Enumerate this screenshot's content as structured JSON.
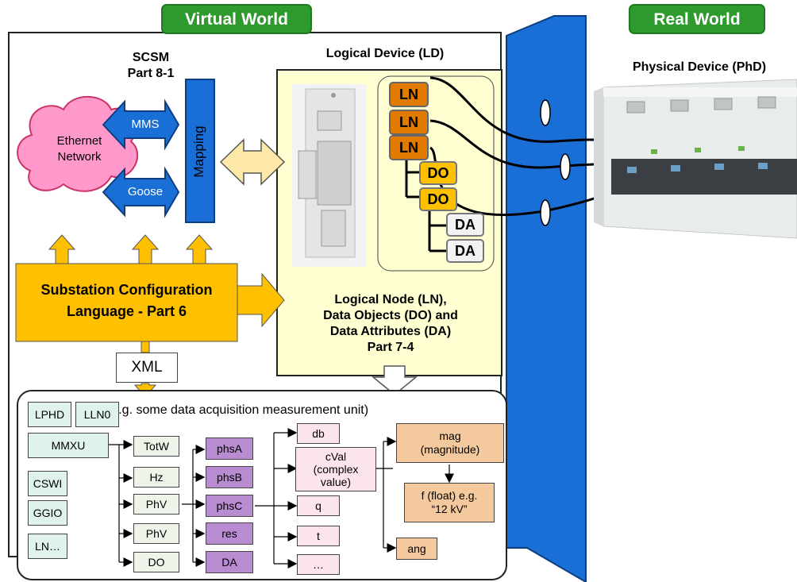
{
  "badges": {
    "virtual": "Virtual World",
    "real": "Real World"
  },
  "scsm": {
    "line1": "SCSM",
    "line2": "Part 8-1"
  },
  "ld_title": "Logical Device (LD)",
  "phd_title": "Physical Device (PhD)",
  "cloud": {
    "line1": "Ethernet",
    "line2": "Network"
  },
  "mms": "MMS",
  "goose": "Goose",
  "mapping": "Mapping",
  "scl": {
    "line1": "Substation Configuration",
    "line2": "Language - Part 6"
  },
  "xml": "XML",
  "tree": {
    "ln": [
      "LN",
      "LN",
      "LN"
    ],
    "do": [
      "DO",
      "DO"
    ],
    "da": [
      "DA",
      "DA"
    ]
  },
  "ln_caption": [
    "Logical Node (LN),",
    "Data Objects (DO) and",
    "Data Attributes (DA)",
    "Part 7-4"
  ],
  "example_caption": "(e.g. some data acquisition measurement unit)",
  "nodes": {
    "lphd": "LPHD",
    "lln0": "LLN0",
    "mmxu": "MMXU",
    "cswi": "CSWI",
    "ggio": "GGIO",
    "lnmore": "LN…"
  },
  "dos": [
    "TotW",
    "Hz",
    "PhV",
    "PhV",
    "DO"
  ],
  "phs": [
    "phsA",
    "phsB",
    "phsC",
    "res",
    "DA"
  ],
  "attrs": {
    "db": "db",
    "cval1": "cVal",
    "cval2": "(complex",
    "cval3": "value)",
    "q": "q",
    "t": "t",
    "more": "…"
  },
  "mag": {
    "l1": "mag",
    "l2": "(magnitude)"
  },
  "flt": {
    "l1": "f (float) e.g.",
    "l2": "“12 kV”"
  },
  "ang": "ang",
  "colors": {
    "green": "#2e9a2e",
    "blue": "#1a6fd6",
    "orange": "#e07b00",
    "gold": "#ffc000",
    "ld_bg": "#ffffd2"
  }
}
